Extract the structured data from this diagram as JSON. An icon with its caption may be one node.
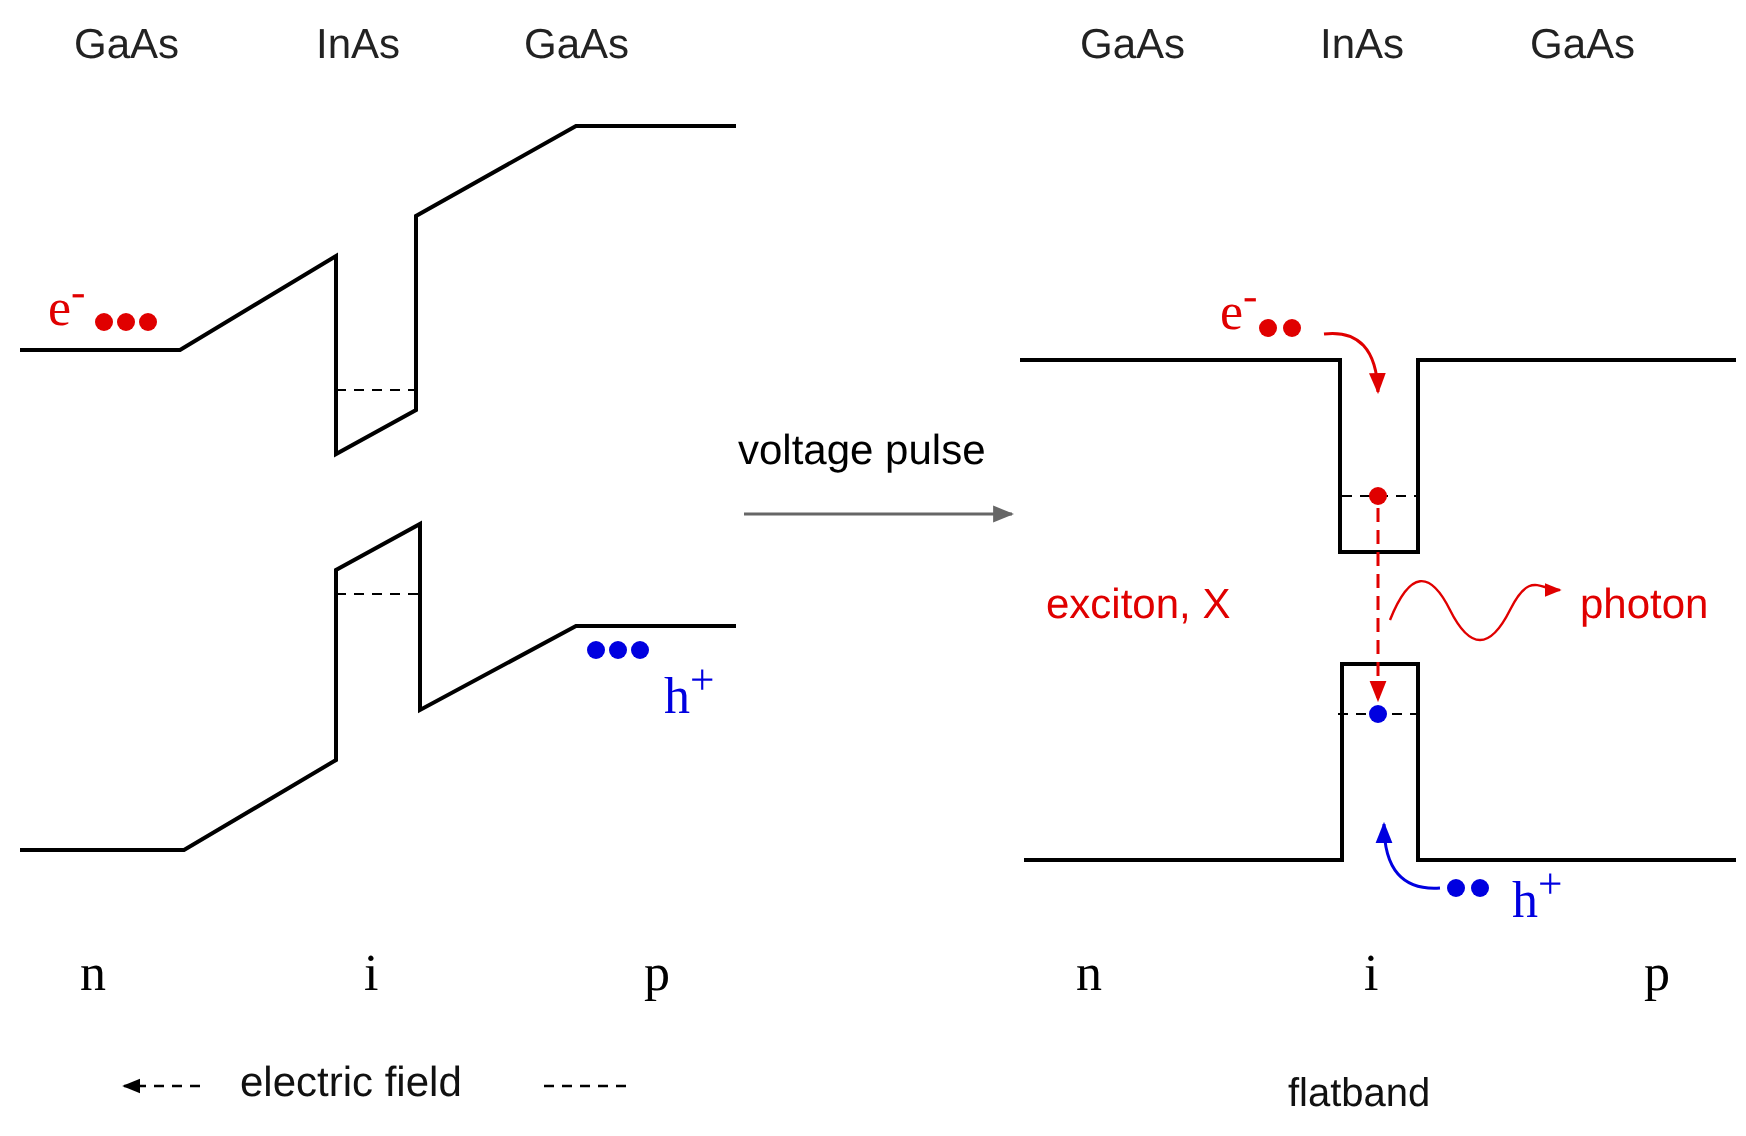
{
  "diagram": {
    "nodes": [
      {
        "text": [],
        "shape": "picture"
      },
      {
        "text": [],
        "shape": "picture"
      }
    ],
    "edges": [
      {
        "from": 0,
        "to": 1,
        "arrow": "to",
        "label": "voltage pulse"
      }
    ],
    "labels": [
      "GaAs",
      "InAs",
      "GaAs",
      "GaAs",
      "InAs",
      "GaAs",
      "e$^{-}$",
      "e$^{-}$",
      "exciton, X",
      "photon",
      "h$^{+}$",
      "h$^{+}$",
      "n",
      "i",
      "p",
      "n",
      "i",
      "p",
      "electric field",
      "flatband"
    ]
  }
}
